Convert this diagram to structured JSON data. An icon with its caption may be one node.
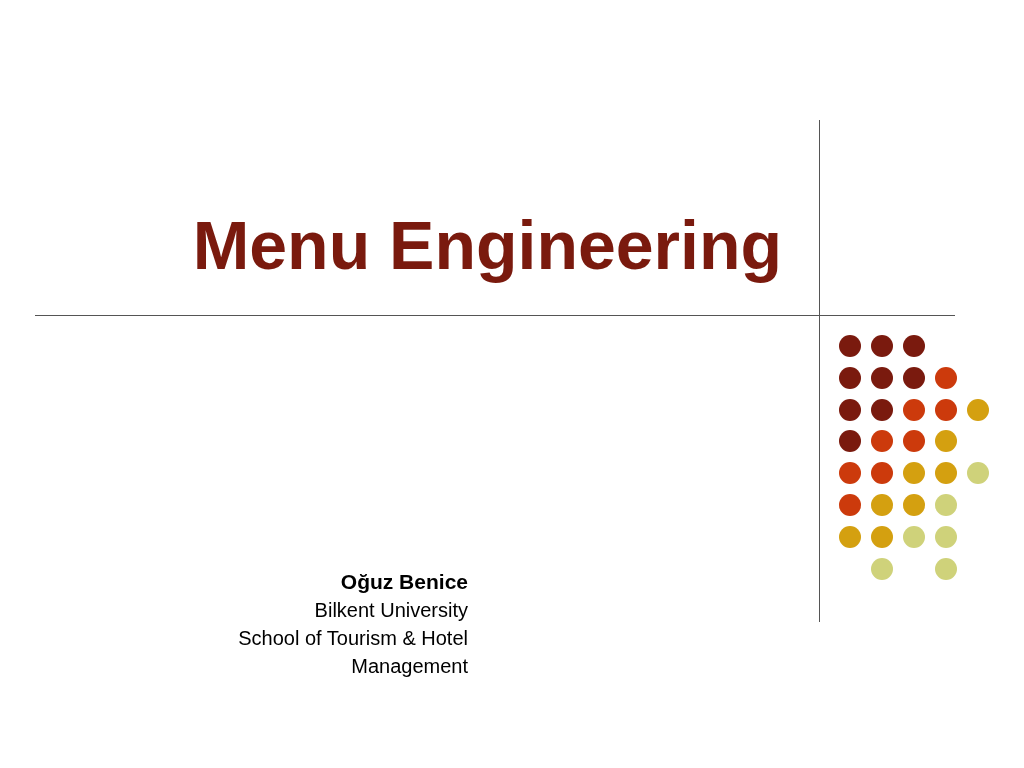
{
  "diagram": {
    "title": "Menu Engineering",
    "labels": [
      "Oğuz Benice",
      "Bilkent University",
      "School of Tourism & Hotel Management"
    ]
  }
}
